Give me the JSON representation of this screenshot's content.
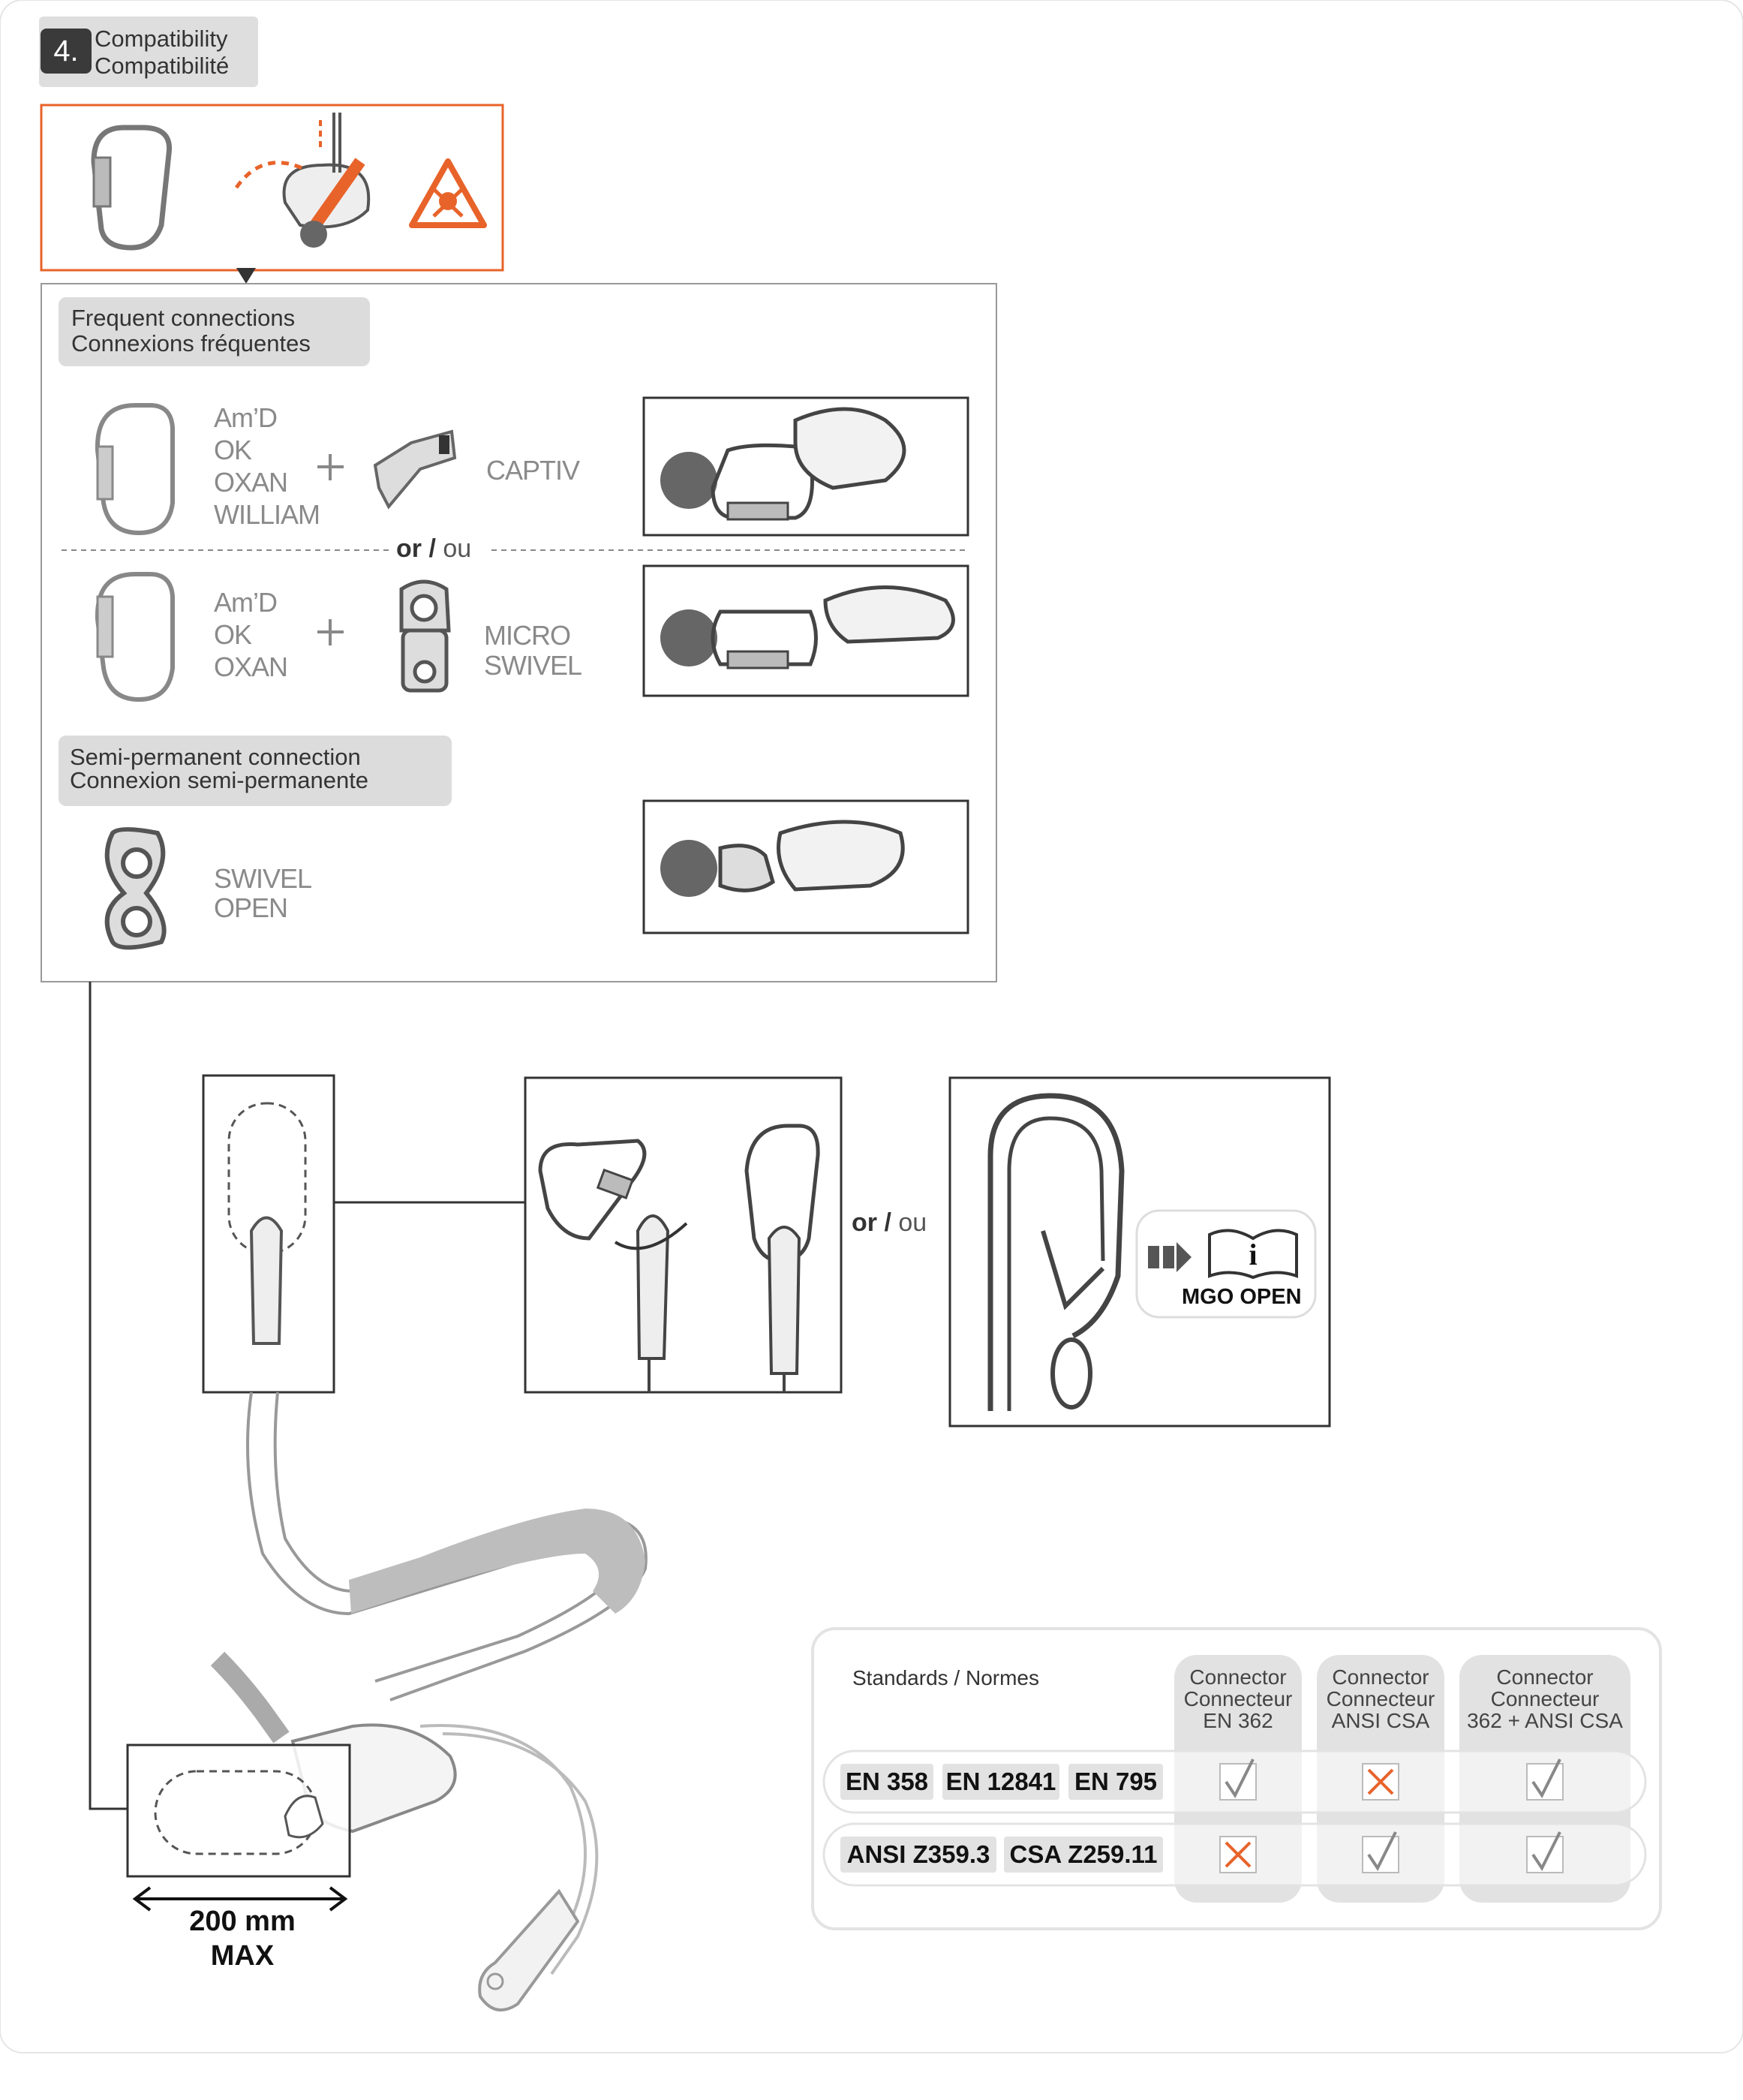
{
  "section": {
    "number": "4.",
    "title_en": "Compatibility",
    "title_fr": "Compatibilité"
  },
  "frequent": {
    "heading_en": "Frequent connections",
    "heading_fr": "Connexions fréquentes",
    "row1": {
      "connectors": [
        "Am’D",
        "OK",
        "OXAN",
        "WILLIAM"
      ],
      "accessory": "CAPTIV"
    },
    "row2": {
      "connectors": [
        "Am’D",
        "OK",
        "OXAN"
      ],
      "accessory_line1": "MICRO",
      "accessory_line2": "SWIVEL"
    }
  },
  "semi_permanent": {
    "heading_en": "Semi-permanent connection",
    "heading_fr": "Connexion semi-permanente",
    "product_line1": "SWIVEL",
    "product_line2": "OPEN"
  },
  "or_label": {
    "or": "or /",
    "ou": "ou"
  },
  "mgo": {
    "label": "MGO OPEN"
  },
  "dimension": {
    "line1": "200 mm",
    "line2": "MAX"
  },
  "standards_table": {
    "title": "Standards / Normes",
    "columns": [
      {
        "line1": "Connector",
        "line2": "Connecteur",
        "line3": "EN 362"
      },
      {
        "line1": "Connector",
        "line2": "Connecteur",
        "line3": "ANSI CSA"
      },
      {
        "line1": "Connector",
        "line2": "Connecteur",
        "line3": "362 + ANSI CSA"
      }
    ],
    "rows": [
      {
        "standards": [
          "EN 358",
          "EN 12841",
          "EN 795"
        ],
        "compatible": [
          true,
          false,
          true
        ]
      },
      {
        "standards": [
          "ANSI Z359.3",
          "CSA Z259.11"
        ],
        "compatible": [
          false,
          true,
          true
        ]
      }
    ]
  },
  "colors": {
    "warning_orange": "#e8632a",
    "ok_grey": "#888888",
    "chip_grey": "#dcdcdc"
  }
}
